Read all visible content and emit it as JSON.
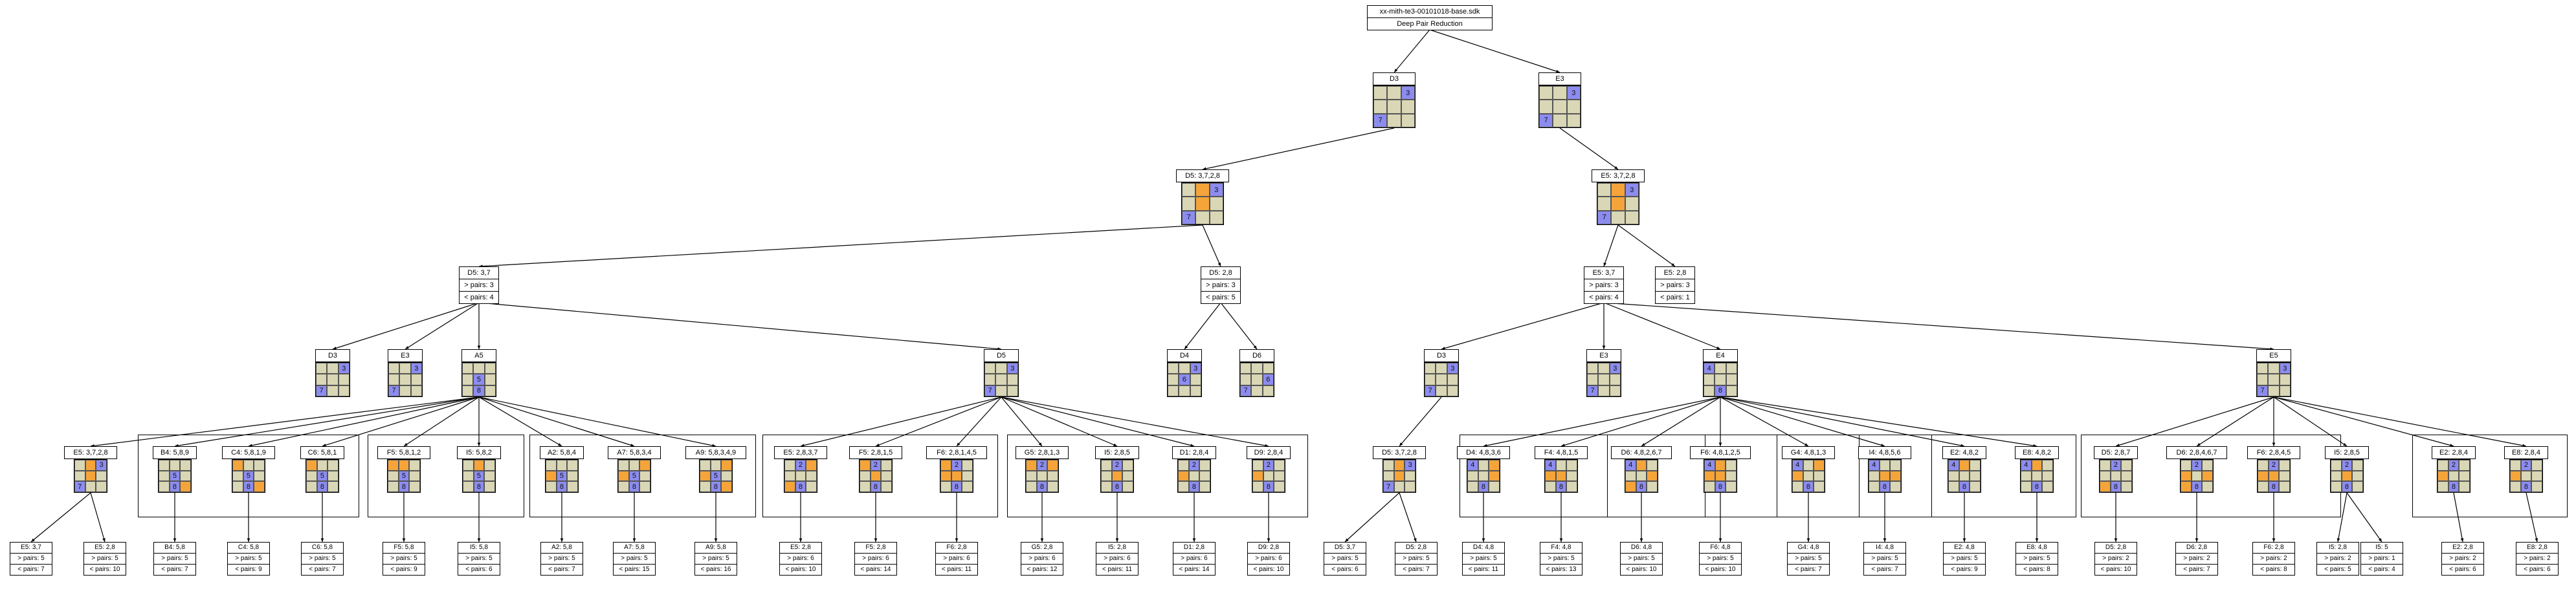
{
  "colors": {
    "empty": "#d9d7b5",
    "blue": "#8c8cf0",
    "orange": "#f5a43a",
    "edge": "#000"
  },
  "root": {
    "title": "xx-mith-te3-00101018-base.sdk",
    "subtitle": "Deep Pair Reduction"
  },
  "nodes": [
    {
      "id": "d3a",
      "label": "D3",
      "cells": [
        "e",
        "e",
        "b3",
        "e",
        "e",
        "e",
        "b7",
        "e",
        "e"
      ]
    },
    {
      "id": "e3a",
      "label": "E3",
      "cells": [
        "e",
        "e",
        "b3",
        "e",
        "e",
        "e",
        "b7",
        "e",
        "e"
      ]
    },
    {
      "id": "d5a",
      "label": "D5: 3,7,2,8",
      "cells": [
        "e",
        "o",
        "b3",
        "e",
        "o",
        "e",
        "b7",
        "e",
        "e"
      ]
    },
    {
      "id": "e5a",
      "label": "E5: 3,7,2,8",
      "cells": [
        "e",
        "o",
        "b3",
        "e",
        "o",
        "e",
        "b7",
        "e",
        "e"
      ]
    },
    {
      "id": "d5b",
      "label": "D5: 3,7",
      "rows": [
        "> pairs: 3",
        "< pairs: 4"
      ]
    },
    {
      "id": "d5c",
      "label": "D5: 2,8",
      "rows": [
        "> pairs: 3",
        "< pairs: 5"
      ]
    },
    {
      "id": "e5b",
      "label": "E5: 3,7",
      "rows": [
        "> pairs: 3",
        "< pairs: 4"
      ]
    },
    {
      "id": "e5c",
      "label": "E5: 2,8",
      "rows": [
        "> pairs: 3",
        "< pairs: 1"
      ]
    }
  ],
  "grids": [
    {
      "id": "g_d3",
      "label": "D3",
      "cells": [
        "e",
        "e",
        "b3",
        "e",
        "e",
        "e",
        "b7",
        "e",
        "e"
      ]
    },
    {
      "id": "g_e3",
      "label": "E3",
      "cells": [
        "e",
        "e",
        "b3",
        "e",
        "e",
        "e",
        "b7",
        "e",
        "e"
      ]
    },
    {
      "id": "g_a5",
      "label": "A5",
      "cells": [
        "e",
        "e",
        "e",
        "e",
        "b5",
        "e",
        "e",
        "b8",
        "e"
      ]
    },
    {
      "id": "g_d5",
      "label": "D5",
      "cells": [
        "e",
        "e",
        "b3",
        "e",
        "e",
        "e",
        "b7",
        "e",
        "e"
      ]
    },
    {
      "id": "g_d4",
      "label": "D4",
      "cells": [
        "e",
        "e",
        "b3",
        "e",
        "b6",
        "e",
        "e",
        "e",
        "e"
      ]
    },
    {
      "id": "g_d6",
      "label": "D6",
      "cells": [
        "e",
        "e",
        "e",
        "e",
        "e",
        "b6",
        "b7",
        "e",
        "e"
      ]
    },
    {
      "id": "g_d3b",
      "label": "D3",
      "cells": [
        "e",
        "e",
        "b3",
        "e",
        "e",
        "e",
        "b7",
        "e",
        "e"
      ]
    },
    {
      "id": "g_e3b",
      "label": "E3",
      "cells": [
        "e",
        "e",
        "b3",
        "e",
        "e",
        "e",
        "b7",
        "e",
        "e"
      ]
    },
    {
      "id": "g_e4",
      "label": "E4",
      "cells": [
        "b4",
        "e",
        "e",
        "e",
        "e",
        "e",
        "e",
        "b8",
        "e"
      ]
    },
    {
      "id": "g_e5",
      "label": "E5",
      "cells": [
        "e",
        "e",
        "b3",
        "e",
        "e",
        "e",
        "b7",
        "e",
        "e"
      ]
    },
    {
      "id": "g_e5a2",
      "label": "E5: 3,7,2,8",
      "cells": [
        "e",
        "o",
        "b3",
        "e",
        "o",
        "e",
        "b7",
        "e",
        "e"
      ]
    },
    {
      "id": "g_b4",
      "label": "B4: 5,8,9",
      "cells": [
        "e",
        "e",
        "e",
        "e",
        "b5",
        "e",
        "e",
        "b8",
        "o"
      ]
    },
    {
      "id": "g_c4",
      "label": "C4: 5,8,1,9",
      "cells": [
        "o",
        "e",
        "e",
        "e",
        "b5",
        "e",
        "e",
        "b8",
        "o"
      ]
    },
    {
      "id": "g_c6",
      "label": "C6: 5,8,1",
      "cells": [
        "o",
        "e",
        "e",
        "e",
        "b5",
        "e",
        "e",
        "b8",
        "e"
      ]
    },
    {
      "id": "g_f5",
      "label": "F5: 5,8,1,2",
      "cells": [
        "o",
        "o",
        "e",
        "e",
        "b5",
        "e",
        "e",
        "b8",
        "e"
      ]
    },
    {
      "id": "g_i5",
      "label": "I5: 5,8,2",
      "cells": [
        "e",
        "o",
        "e",
        "e",
        "b5",
        "e",
        "e",
        "b8",
        "e"
      ]
    },
    {
      "id": "g_a2",
      "label": "A2: 5,8,4",
      "cells": [
        "e",
        "e",
        "e",
        "o",
        "b5",
        "e",
        "e",
        "b8",
        "e"
      ]
    },
    {
      "id": "g_a7",
      "label": "A7: 5,8,3,4",
      "cells": [
        "e",
        "e",
        "o",
        "o",
        "b5",
        "e",
        "e",
        "b8",
        "e"
      ]
    },
    {
      "id": "g_a9",
      "label": "A9: 5,8,3,4,9",
      "cells": [
        "e",
        "e",
        "o",
        "o",
        "b5",
        "e",
        "e",
        "b8",
        "o"
      ]
    },
    {
      "id": "g_e5b",
      "label": "E5: 2,8,3,7",
      "cells": [
        "e",
        "b2",
        "o",
        "e",
        "e",
        "e",
        "o",
        "b8",
        "e"
      ]
    },
    {
      "id": "g_f5b",
      "label": "F5: 2,8,1,5",
      "cells": [
        "o",
        "b2",
        "e",
        "e",
        "o",
        "e",
        "e",
        "b8",
        "e"
      ]
    },
    {
      "id": "g_f6",
      "label": "F6: 2,8,1,4,5",
      "cells": [
        "o",
        "b2",
        "e",
        "o",
        "o",
        "e",
        "e",
        "b8",
        "e"
      ]
    },
    {
      "id": "g_g5",
      "label": "G5: 2,8,1,3",
      "cells": [
        "o",
        "b2",
        "o",
        "e",
        "e",
        "e",
        "e",
        "b8",
        "e"
      ]
    },
    {
      "id": "g_i5b",
      "label": "I5: 2,8,5",
      "cells": [
        "e",
        "b2",
        "e",
        "e",
        "o",
        "e",
        "e",
        "b8",
        "e"
      ]
    },
    {
      "id": "g_d1",
      "label": "D1: 2,8,4",
      "cells": [
        "e",
        "b2",
        "e",
        "o",
        "e",
        "e",
        "e",
        "b8",
        "e"
      ]
    },
    {
      "id": "g_d9",
      "label": "D9: 2,8,4",
      "cells": [
        "e",
        "b2",
        "e",
        "o",
        "e",
        "e",
        "e",
        "b8",
        "e"
      ]
    },
    {
      "id": "g_d5b",
      "label": "D5: 3,7,2,8",
      "cells": [
        "e",
        "o",
        "b3",
        "e",
        "o",
        "e",
        "b7",
        "e",
        "e"
      ]
    },
    {
      "id": "g_d4b",
      "label": "D4: 4,8,3,6",
      "cells": [
        "b4",
        "e",
        "o",
        "e",
        "e",
        "o",
        "e",
        "b8",
        "e"
      ]
    },
    {
      "id": "g_f4",
      "label": "F4: 4,8,1,5",
      "cells": [
        "b4",
        "e",
        "e",
        "o",
        "o",
        "e",
        "e",
        "b8",
        "e"
      ]
    },
    {
      "id": "g_d6b",
      "label": "D6: 4,8,2,6,7",
      "cells": [
        "b4",
        "o",
        "e",
        "e",
        "e",
        "o",
        "o",
        "b8",
        "e"
      ]
    },
    {
      "id": "g_f6b",
      "label": "F6: 4,8,1,2,5",
      "cells": [
        "b4",
        "o",
        "e",
        "o",
        "o",
        "e",
        "e",
        "b8",
        "e"
      ]
    },
    {
      "id": "g_g4",
      "label": "G4: 4,8,1,3",
      "cells": [
        "b4",
        "e",
        "o",
        "o",
        "e",
        "e",
        "e",
        "b8",
        "e"
      ]
    },
    {
      "id": "g_i4",
      "label": "I4: 4,8,5,6",
      "cells": [
        "b4",
        "e",
        "e",
        "e",
        "o",
        "o",
        "e",
        "b8",
        "e"
      ]
    },
    {
      "id": "g_e2",
      "label": "E2: 4,8,2",
      "cells": [
        "b4",
        "o",
        "e",
        "e",
        "e",
        "e",
        "e",
        "b8",
        "e"
      ]
    },
    {
      "id": "g_e8",
      "label": "E8: 4,8,2",
      "cells": [
        "b4",
        "o",
        "e",
        "e",
        "e",
        "e",
        "e",
        "b8",
        "e"
      ]
    },
    {
      "id": "g_d5c",
      "label": "D5: 2,8,7",
      "cells": [
        "e",
        "b2",
        "e",
        "e",
        "e",
        "e",
        "o",
        "b8",
        "e"
      ]
    },
    {
      "id": "g_d6c",
      "label": "D6: 2,8,4,6,7",
      "cells": [
        "e",
        "b2",
        "e",
        "o",
        "e",
        "o",
        "o",
        "b8",
        "e"
      ]
    },
    {
      "id": "g_f6c",
      "label": "F6: 2,8,4,5",
      "cells": [
        "e",
        "b2",
        "e",
        "o",
        "o",
        "e",
        "e",
        "b8",
        "e"
      ]
    },
    {
      "id": "g_i5c",
      "label": "I5: 2,8,5",
      "cells": [
        "e",
        "b2",
        "e",
        "e",
        "o",
        "e",
        "e",
        "b8",
        "e"
      ]
    },
    {
      "id": "g_e2b",
      "label": "E2: 2,8,4",
      "cells": [
        "e",
        "b2",
        "e",
        "o",
        "e",
        "e",
        "e",
        "b8",
        "e"
      ]
    },
    {
      "id": "g_e8b",
      "label": "E8: 2,8,4",
      "cells": [
        "e",
        "b2",
        "e",
        "o",
        "e",
        "e",
        "e",
        "b8",
        "e"
      ]
    }
  ],
  "leaves": [
    {
      "l": "E5: 3,7",
      "a": "> pairs: 5",
      "b": "< pairs: 7"
    },
    {
      "l": "E5: 2,8",
      "a": "> pairs: 5",
      "b": "< pairs: 10"
    },
    {
      "l": "B4: 5,8",
      "a": "> pairs: 5",
      "b": "< pairs: 7"
    },
    {
      "l": "C4: 5,8",
      "a": "> pairs: 5",
      "b": "< pairs: 9"
    },
    {
      "l": "C6: 5,8",
      "a": "> pairs: 5",
      "b": "< pairs: 7"
    },
    {
      "l": "F5: 5,8",
      "a": "> pairs: 5",
      "b": "< pairs: 9"
    },
    {
      "l": "I5: 5,8",
      "a": "> pairs: 5",
      "b": "< pairs: 6"
    },
    {
      "l": "A2: 5,8",
      "a": "> pairs: 5",
      "b": "< pairs: 7"
    },
    {
      "l": "A7: 5,8",
      "a": "> pairs: 5",
      "b": "< pairs: 15"
    },
    {
      "l": "A9: 5,8",
      "a": "> pairs: 5",
      "b": "< pairs: 16"
    },
    {
      "l": "E5: 2,8",
      "a": "> pairs: 6",
      "b": "< pairs: 10"
    },
    {
      "l": "F5: 2,8",
      "a": "> pairs: 6",
      "b": "< pairs: 14"
    },
    {
      "l": "F6: 2,8",
      "a": "> pairs: 6",
      "b": "< pairs: 11"
    },
    {
      "l": "G5: 2,8",
      "a": "> pairs: 6",
      "b": "< pairs: 12"
    },
    {
      "l": "I5: 2,8",
      "a": "> pairs: 6",
      "b": "< pairs: 11"
    },
    {
      "l": "D1: 2,8",
      "a": "> pairs: 6",
      "b": "< pairs: 14"
    },
    {
      "l": "D9: 2,8",
      "a": "> pairs: 6",
      "b": "< pairs: 10"
    },
    {
      "l": "D5: 3,7",
      "a": "> pairs: 5",
      "b": "< pairs: 6"
    },
    {
      "l": "D5: 2,8",
      "a": "> pairs: 5",
      "b": "< pairs: 7"
    },
    {
      "l": "D4: 4,8",
      "a": "> pairs: 5",
      "b": "< pairs: 11"
    },
    {
      "l": "F4: 4,8",
      "a": "> pairs: 5",
      "b": "< pairs: 13"
    },
    {
      "l": "D6: 4,8",
      "a": "> pairs: 5",
      "b": "< pairs: 10"
    },
    {
      "l": "F6: 4,8",
      "a": "> pairs: 5",
      "b": "< pairs: 10"
    },
    {
      "l": "G4: 4,8",
      "a": "> pairs: 5",
      "b": "< pairs: 7"
    },
    {
      "l": "I4: 4,8",
      "a": "> pairs: 5",
      "b": "< pairs: 7"
    },
    {
      "l": "E2: 4,8",
      "a": "> pairs: 5",
      "b": "< pairs: 9"
    },
    {
      "l": "E8: 4,8",
      "a": "> pairs: 5",
      "b": "< pairs: 8"
    },
    {
      "l": "D5: 2,8",
      "a": "> pairs: 2",
      "b": "< pairs: 10"
    },
    {
      "l": "D6: 2,8",
      "a": "> pairs: 2",
      "b": "< pairs: 7"
    },
    {
      "l": "F6: 2,8",
      "a": "> pairs: 2",
      "b": "< pairs: 8"
    },
    {
      "l": "I5: 2,8",
      "a": "> pairs: 2",
      "b": "< pairs: 5"
    },
    {
      "l": "I5: 5",
      "a": "> pairs: 1",
      "b": "< pairs: 4"
    },
    {
      "l": "E2: 2,8",
      "a": "> pairs: 2",
      "b": "< pairs: 6"
    },
    {
      "l": "E8: 2,8",
      "a": "> pairs: 2",
      "b": "< pairs: 6"
    }
  ]
}
